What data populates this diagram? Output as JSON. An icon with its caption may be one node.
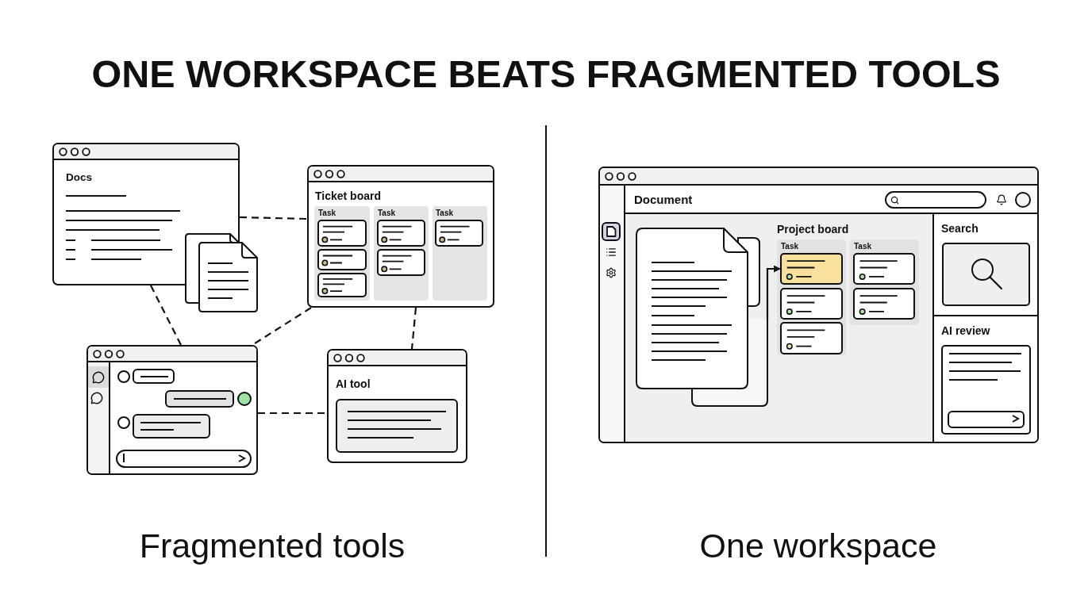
{
  "diagram": {
    "title": "ONE WORKSPACE BEATS FRAGMENTED TOOLS",
    "nodes": [
      {
        "text": [
          "Docs"
        ]
      },
      {
        "text": [
          "Ticket board"
        ]
      },
      {
        "text": [
          "Task"
        ],
        "in": 1
      },
      {
        "text": [
          "Task"
        ],
        "in": 1
      },
      {
        "text": [
          "Task"
        ],
        "in": 1
      },
      {
        "text": [],
        "shape": "window"
      },
      {
        "text": [
          "AI tool"
        ]
      },
      {
        "text": [],
        "shape": "window"
      },
      {
        "text": [],
        "shape": "document",
        "in": 7
      },
      {
        "text": [
          "Project board"
        ],
        "in": 7
      },
      {
        "text": [
          "Task"
        ],
        "in": 9
      },
      {
        "text": [
          "Task"
        ],
        "in": 9
      },
      {
        "text": [],
        "shape": "box",
        "in": 10
      },
      {
        "text": [
          "Search"
        ],
        "in": 7
      },
      {
        "text": [
          "AI review"
        ],
        "in": 7
      }
    ],
    "edges": [
      {
        "from": 0,
        "to": 1,
        "arrow": "none",
        "style": "dashed"
      },
      {
        "from": 0,
        "to": 5,
        "arrow": "none",
        "style": "dashed"
      },
      {
        "from": 1,
        "to": 5,
        "arrow": "none",
        "style": "dashed"
      },
      {
        "from": 1,
        "to": 6,
        "arrow": "none",
        "style": "dashed"
      },
      {
        "from": 5,
        "to": 6,
        "arrow": "none",
        "style": "dashed"
      },
      {
        "from": 8,
        "to": 12,
        "arrow": "to"
      }
    ],
    "labels": [
      "Document",
      "Fragmented tools",
      "One workspace"
    ]
  }
}
